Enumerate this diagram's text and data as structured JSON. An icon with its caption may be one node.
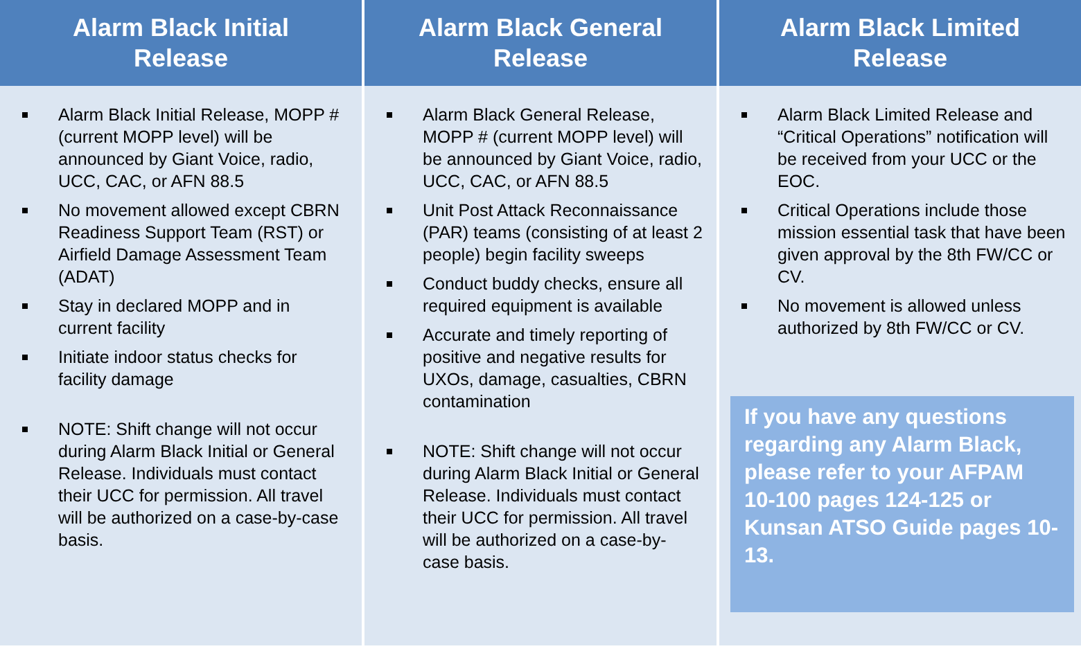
{
  "diagram": {
    "nodes": [
      {
        "text": [
          "Alarm Black Initial Release",
          "Alarm Black Initial Release, MOPP # (current MOPP level) will be announced by Giant Voice, radio, UCC, CAC, or AFN 88.5",
          "No movement allowed except CBRN Readiness Support Team (RST) or Airfield Damage Assessment Team (ADAT)",
          "Stay in declared MOPP and in current facility",
          "Initiate indoor status checks for facility damage",
          "NOTE: Shift change will not occur during Alarm Black Initial or General Release. Individuals must contact their UCC for permission. All travel will be authorized on a case-by-case basis."
        ]
      },
      {
        "text": [
          "Alarm Black General Release",
          "Alarm Black General Release, MOPP # (current MOPP level) will be announced by Giant Voice, radio, UCC, CAC, or AFN 88.5",
          "Unit Post Attack Reconnaissance (PAR) teams (consisting of at least 2 people) begin facility sweeps",
          "Conduct buddy checks, ensure all required equipment is available",
          "Accurate and timely reporting of positive and negative results for UXOs, damage, casualties, CBRN contamination",
          "NOTE: Shift change will not occur during Alarm Black Initial or General Release. Individuals must contact their UCC for permission. All travel will be authorized on a case-by-case basis."
        ]
      },
      {
        "text": [
          "Alarm Black Limited Release",
          "Alarm Black Limited Release and “Critical Operations” notification will be received from your UCC or the EOC.",
          "Critical Operations include those mission essential task that have been given approval by the 8th FW/CC or CV.",
          "No movement is allowed unless authorized by 8th FW/CC or CV."
        ]
      },
      {
        "text": [
          "If you have any questions regarding any Alarm Black, please refer to your AFPAM 10-100 pages 124-125 or Kunsan ATSO Guide pages 10-13."
        ],
        "in": 2
      }
    ]
  }
}
